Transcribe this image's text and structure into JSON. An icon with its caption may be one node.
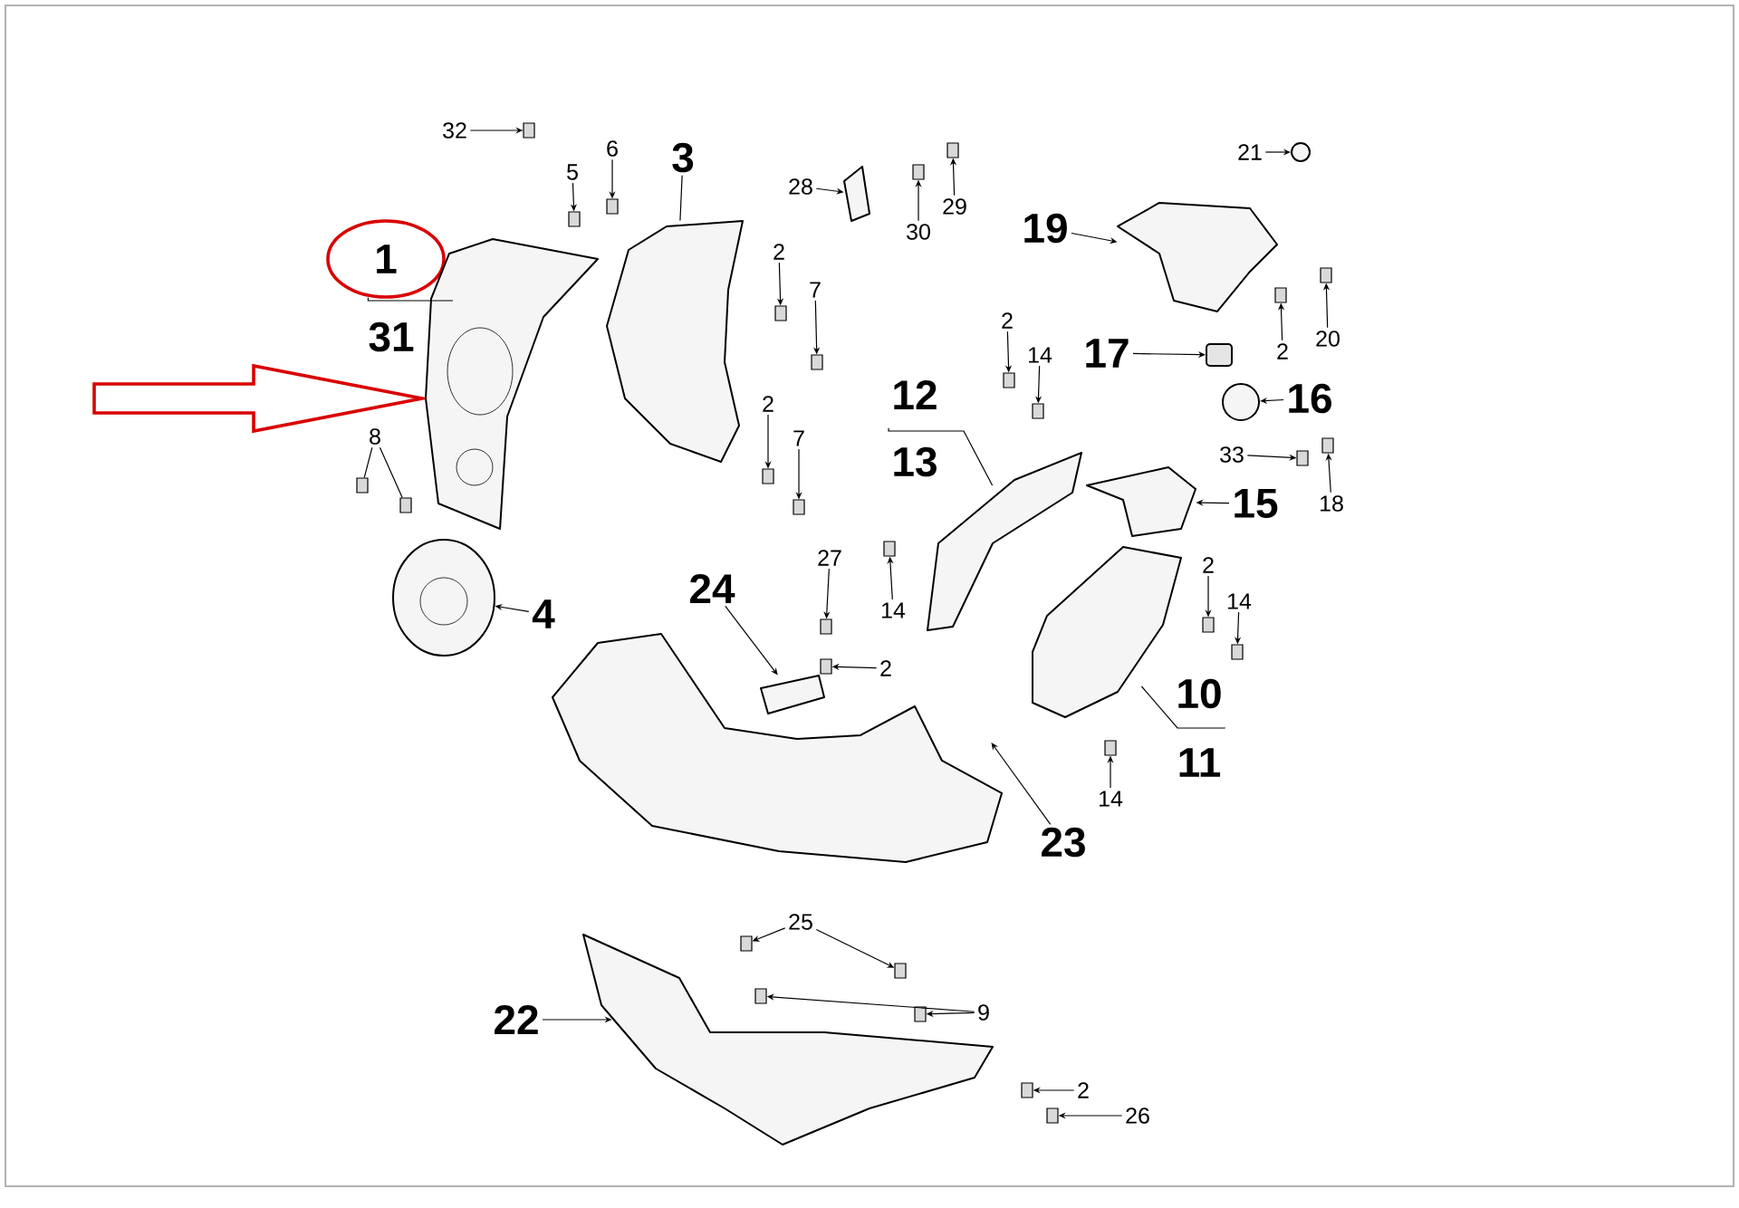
{
  "diagram": {
    "nodes": [
      {
        "text": [
          "32"
        ]
      },
      {
        "text": [
          "6"
        ]
      },
      {
        "text": [
          "3"
        ]
      },
      {
        "text": [
          "21"
        ]
      },
      {
        "text": [
          "5"
        ]
      },
      {
        "text": [
          "28"
        ]
      },
      {
        "text": [
          "29"
        ]
      },
      {
        "text": [
          "19"
        ]
      },
      {
        "text": [
          "30"
        ]
      },
      {
        "text": [
          "2"
        ]
      },
      {
        "text": [
          "1"
        ]
      },
      {
        "text": [
          "7"
        ]
      },
      {
        "text": [
          "2"
        ]
      },
      {
        "text": [
          "31"
        ]
      },
      {
        "text": [
          "20"
        ]
      },
      {
        "text": [
          "2"
        ]
      },
      {
        "text": [
          "17"
        ]
      },
      {
        "text": [
          "14"
        ]
      },
      {
        "text": [
          "12"
        ]
      },
      {
        "text": [
          "16"
        ]
      },
      {
        "text": [
          "2"
        ]
      },
      {
        "text": [
          "8"
        ]
      },
      {
        "text": [
          "7"
        ]
      },
      {
        "text": [
          "33"
        ]
      },
      {
        "text": [
          "13"
        ]
      },
      {
        "text": [
          "18"
        ]
      },
      {
        "text": [
          "15"
        ]
      },
      {
        "text": [
          "27"
        ]
      },
      {
        "text": [
          "2"
        ]
      },
      {
        "text": [
          "24"
        ]
      },
      {
        "text": [
          "14"
        ]
      },
      {
        "text": [
          "14"
        ]
      },
      {
        "text": [
          "4"
        ]
      },
      {
        "text": [
          "2"
        ]
      },
      {
        "text": [
          "10"
        ]
      },
      {
        "text": [
          "11"
        ]
      },
      {
        "text": [
          "14"
        ]
      },
      {
        "text": [
          "23"
        ]
      },
      {
        "text": [
          "25"
        ]
      },
      {
        "text": [
          "9"
        ]
      },
      {
        "text": [
          "22"
        ]
      },
      {
        "text": [
          "2"
        ]
      },
      {
        "text": [
          "26"
        ]
      },
      {
        "text": [],
        "shape": "box"
      },
      {
        "text": [],
        "shape": "box"
      },
      {
        "text": [],
        "shape": "picture"
      },
      {
        "text": [],
        "shape": "circle"
      },
      {
        "text": [],
        "shape": "box"
      },
      {
        "text": [],
        "shape": "picture"
      },
      {
        "text": [],
        "shape": "box"
      },
      {
        "text": [],
        "shape": "picture"
      },
      {
        "text": [],
        "shape": "box"
      },
      {
        "text": [],
        "shape": "box"
      },
      {
        "text": [],
        "shape": "picture"
      },
      {
        "text": [],
        "shape": "box"
      },
      {
        "text": [],
        "shape": "box"
      },
      {
        "text": [],
        "shape": "box"
      },
      {
        "text": [],
        "shape": "box"
      },
      {
        "text": [],
        "shape": "box"
      },
      {
        "text": [],
        "shape": "box"
      },
      {
        "text": [],
        "shape": "picture"
      },
      {
        "text": [],
        "shape": "circle"
      },
      {
        "text": [],
        "shape": "box"
      },
      {
        "text": [],
        "shape": "box"
      },
      {
        "text": [],
        "shape": "box"
      },
      {
        "text": [],
        "shape": "box"
      },
      {
        "text": [],
        "shape": "box"
      },
      {
        "text": [],
        "shape": "box"
      },
      {
        "text": [],
        "shape": "picture"
      },
      {
        "text": [],
        "shape": "box"
      },
      {
        "text": [],
        "shape": "box"
      },
      {
        "text": [],
        "shape": "picture"
      },
      {
        "text": [],
        "shape": "box"
      },
      {
        "text": [],
        "shape": "box"
      },
      {
        "text": [],
        "shape": "picture"
      },
      {
        "text": [],
        "shape": "box"
      },
      {
        "text": [],
        "shape": "picture"
      },
      {
        "text": [],
        "shape": "box"
      },
      {
        "text": [],
        "shape": "picture"
      },
      {
        "text": [],
        "shape": "box"
      },
      {
        "text": [],
        "shape": "box"
      },
      {
        "text": [],
        "shape": "box"
      },
      {
        "text": [],
        "shape": "box"
      },
      {
        "text": [],
        "shape": "picture"
      },
      {
        "text": [],
        "shape": "box"
      },
      {
        "text": [],
        "shape": "box"
      }
    ],
    "edges": [
      {
        "from": 0,
        "to": 43,
        "arrow": "to"
      },
      {
        "from": 1,
        "to": 44,
        "arrow": "to"
      },
      {
        "from": 2,
        "to": 45,
        "arrow": "none"
      },
      {
        "from": 3,
        "to": 46,
        "arrow": "to"
      },
      {
        "from": 4,
        "to": 47,
        "arrow": "to"
      },
      {
        "from": 5,
        "to": 48,
        "arrow": "to"
      },
      {
        "from": 6,
        "to": 49,
        "arrow": "to"
      },
      {
        "from": 7,
        "to": 50,
        "arrow": "to"
      },
      {
        "from": 8,
        "to": 51,
        "arrow": "to"
      },
      {
        "from": 9,
        "to": 52,
        "arrow": "to"
      },
      {
        "from": 10,
        "to": 53,
        "arrow": "none"
      },
      {
        "from": 13,
        "to": 53,
        "arrow": "none"
      },
      {
        "from": 11,
        "to": 54,
        "arrow": "to"
      },
      {
        "from": 12,
        "to": 55,
        "arrow": "to"
      },
      {
        "from": 14,
        "to": 56,
        "arrow": "to"
      },
      {
        "from": 15,
        "to": 57,
        "arrow": "to"
      },
      {
        "from": 16,
        "to": 58,
        "arrow": "to"
      },
      {
        "from": 17,
        "to": 59,
        "arrow": "to"
      },
      {
        "from": 18,
        "to": 60,
        "arrow": "none"
      },
      {
        "from": 24,
        "to": 60,
        "arrow": "none"
      },
      {
        "from": 19,
        "to": 61,
        "arrow": "to"
      },
      {
        "from": 20,
        "to": 62,
        "arrow": "to"
      },
      {
        "from": 21,
        "to": 63,
        "arrow": "none"
      },
      {
        "from": 21,
        "to": 64,
        "arrow": "none"
      },
      {
        "from": 22,
        "to": 65,
        "arrow": "to"
      },
      {
        "from": 23,
        "to": 66,
        "arrow": "to"
      },
      {
        "from": 25,
        "to": 67,
        "arrow": "to"
      },
      {
        "from": 26,
        "to": 68,
        "arrow": "to"
      },
      {
        "from": 27,
        "to": 69,
        "arrow": "to"
      },
      {
        "from": 28,
        "to": 70,
        "arrow": "to"
      },
      {
        "from": 29,
        "to": 71,
        "arrow": "to"
      },
      {
        "from": 30,
        "to": 72,
        "arrow": "to"
      },
      {
        "from": 31,
        "to": 73,
        "arrow": "to"
      },
      {
        "from": 32,
        "to": 74,
        "arrow": "to"
      },
      {
        "from": 33,
        "to": 75,
        "arrow": "to"
      },
      {
        "from": 34,
        "to": 76,
        "arrow": "none"
      },
      {
        "from": 35,
        "to": 76,
        "arrow": "none"
      },
      {
        "from": 36,
        "to": 77,
        "arrow": "to"
      },
      {
        "from": 37,
        "to": 78,
        "arrow": "to"
      },
      {
        "from": 38,
        "to": 79,
        "arrow": "to"
      },
      {
        "from": 38,
        "to": 80,
        "arrow": "to"
      },
      {
        "from": 39,
        "to": 81,
        "arrow": "to"
      },
      {
        "from": 39,
        "to": 82,
        "arrow": "to"
      },
      {
        "from": 40,
        "to": 83,
        "arrow": "to"
      },
      {
        "from": 41,
        "to": 84,
        "arrow": "to"
      },
      {
        "from": 42,
        "to": 85,
        "arrow": "to"
      }
    ]
  }
}
